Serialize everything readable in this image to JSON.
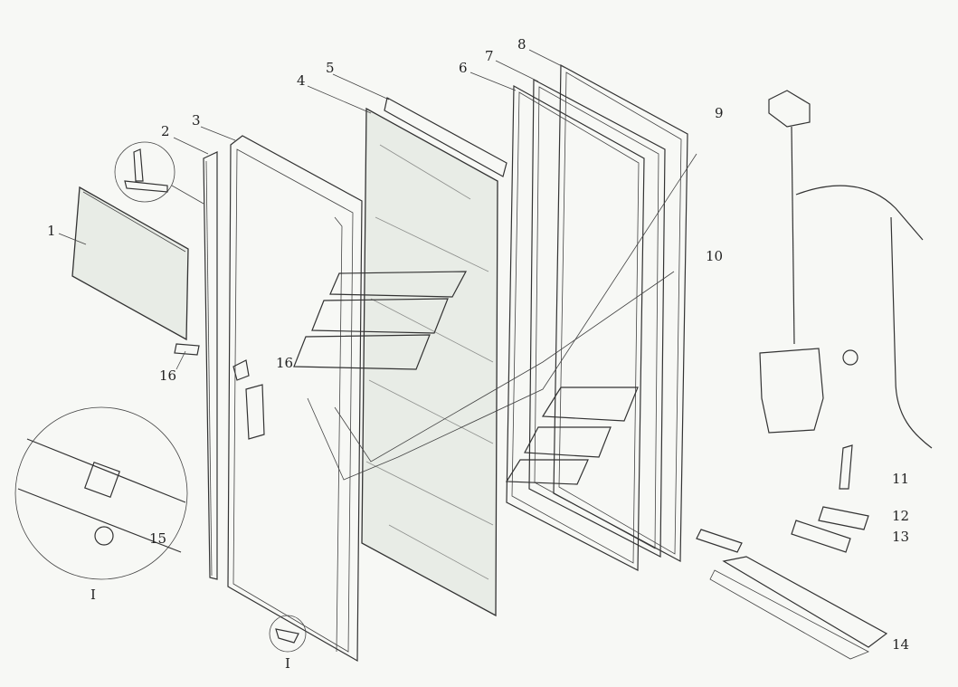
{
  "diagram": {
    "labels": {
      "p1": "1",
      "p2": "2",
      "p3": "3",
      "p4": "4",
      "p5": "5",
      "p6": "6",
      "p7": "7",
      "p8": "8",
      "p9": "9",
      "p10": "10",
      "p11": "11",
      "p12": "12",
      "p13": "13",
      "p14": "14",
      "p15": "15",
      "p16a": "16",
      "p16b": "16",
      "detail_main": "I",
      "detail_callout": "I"
    }
  }
}
